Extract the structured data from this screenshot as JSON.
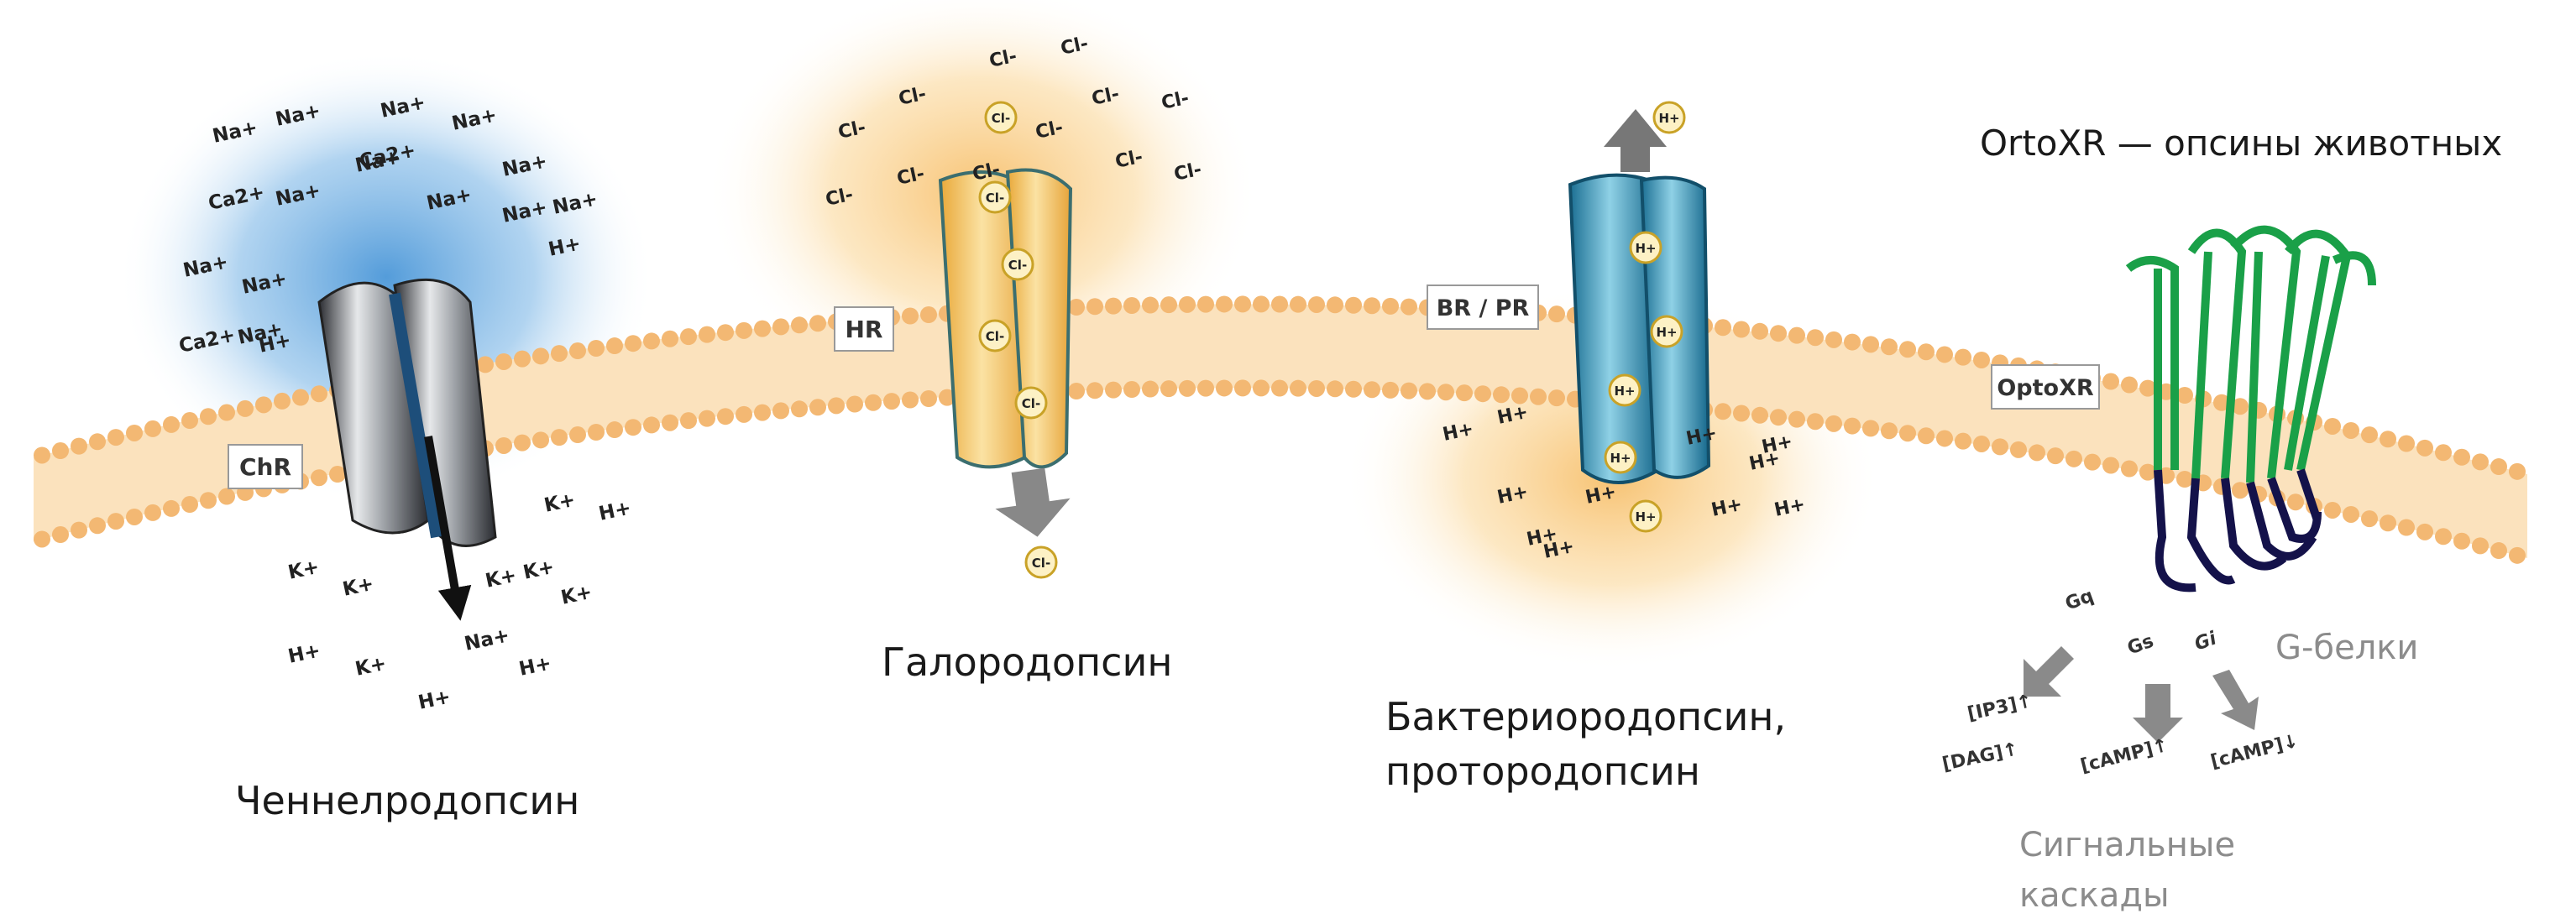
{
  "title": "OrtoXR — опсины животных",
  "channelrhodopsin": {
    "tag": "ChR",
    "caption": "Ченнелродопсин",
    "ions_outside": [
      "Na+",
      "Na+",
      "Na+",
      "Ca2+",
      "Na+",
      "Na+",
      "Na+",
      "Na+",
      "Na+",
      "Na+",
      "Na+",
      "Na+",
      "Ca2+",
      "Na+",
      "Ca2+",
      "Na+",
      "H+",
      "H+"
    ],
    "ions_inside": [
      "K+",
      "H+",
      "K+",
      "K+",
      "K+",
      "K+",
      "K+",
      "H+",
      "K+",
      "Na+",
      "H+",
      "H+"
    ]
  },
  "halorhodopsin": {
    "tag": "HR",
    "caption": "Галородопсин",
    "ions_outside": [
      "Cl-",
      "Cl-",
      "Cl-",
      "Cl-",
      "Cl-",
      "Cl-",
      "Cl-",
      "Cl-",
      "Cl-",
      "Cl-",
      "Cl-",
      "Cl-"
    ],
    "ions_channel": [
      "Cl-",
      "Cl-",
      "Cl-",
      "Cl-",
      "Cl-"
    ],
    "ion_released": "Cl-"
  },
  "bacteriorhodopsin": {
    "tag": "BR / PR",
    "caption_line1": "Бактериородопсин,",
    "caption_line2": "протородопсин",
    "ion_released": "H+",
    "ions_channel": [
      "H+",
      "H+",
      "H+",
      "H+",
      "H+"
    ],
    "ions_inside": [
      "H+",
      "H+",
      "H+",
      "H+",
      "H+",
      "H+",
      "H+",
      "H+",
      "H+",
      "H+",
      "H+"
    ]
  },
  "optoxr": {
    "tag": "OptoXR",
    "g_label": "G-белки",
    "g_subunits": [
      "Gq",
      "Gs",
      "Gi"
    ],
    "messengers": [
      "[IP3]↑",
      "[DAG]↑",
      "[cAMP]↑",
      "[cAMP]↓"
    ],
    "cascade_line1": "Сигнальные",
    "cascade_line2": "каскады"
  },
  "colors": {
    "membrane": "#f7c98d",
    "membrane_head": "#f3b873",
    "blue_glow": "#7fb8e8",
    "orange_glow": "#f6c46a",
    "halo_protein": "#f2c35a",
    "br_protein": "#2d8fb4",
    "chr_protein": "#7a7d82",
    "gpcr_outer": "#1ea04a",
    "gpcr_inner": "#14124a",
    "arrow_grey": "#8a8a8a"
  }
}
